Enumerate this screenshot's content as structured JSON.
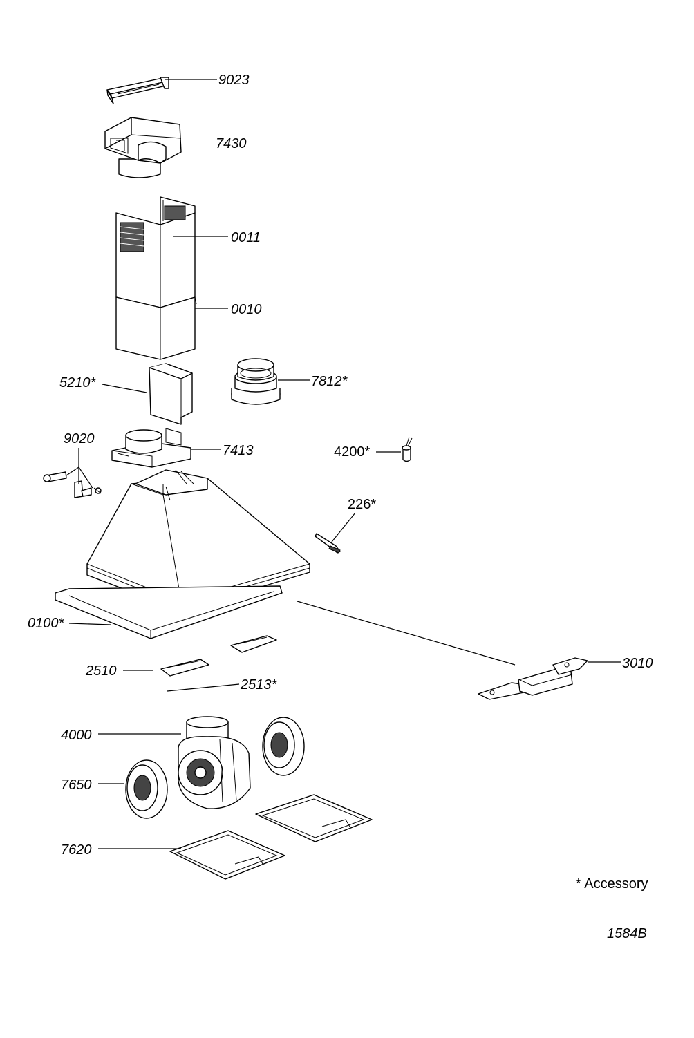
{
  "diagram": {
    "parts": [
      {
        "id": "9023",
        "label": "9023",
        "name": "mounting-bracket"
      },
      {
        "id": "7430",
        "label": "7430",
        "name": "air-outlet-adapter"
      },
      {
        "id": "0011",
        "label": "0011",
        "name": "upper-chimney"
      },
      {
        "id": "0010",
        "label": "0010",
        "name": "lower-chimney"
      },
      {
        "id": "5210",
        "label": "5210*",
        "name": "deflector"
      },
      {
        "id": "7812",
        "label": "7812*",
        "name": "reducer-collar"
      },
      {
        "id": "9020",
        "label": "9020",
        "name": "screw-kit"
      },
      {
        "id": "7413",
        "label": "7413",
        "name": "flange"
      },
      {
        "id": "4200",
        "label": "4200*",
        "name": "capacitor"
      },
      {
        "id": "226",
        "label": "226*",
        "name": "lamp"
      },
      {
        "id": "0100",
        "label": "0100*",
        "name": "trim-frame"
      },
      {
        "id": "3010",
        "label": "3010",
        "name": "switch-unit"
      },
      {
        "id": "2510",
        "label": "2510",
        "name": "lamp-cover"
      },
      {
        "id": "2513",
        "label": "2513*",
        "name": "lamp-screw"
      },
      {
        "id": "4000",
        "label": "4000",
        "name": "motor-blower"
      },
      {
        "id": "7650",
        "label": "7650",
        "name": "carbon-filter"
      },
      {
        "id": "7620",
        "label": "7620",
        "name": "grease-filter"
      }
    ],
    "footnote": "* Accessory",
    "drawing_code": "1584B"
  }
}
